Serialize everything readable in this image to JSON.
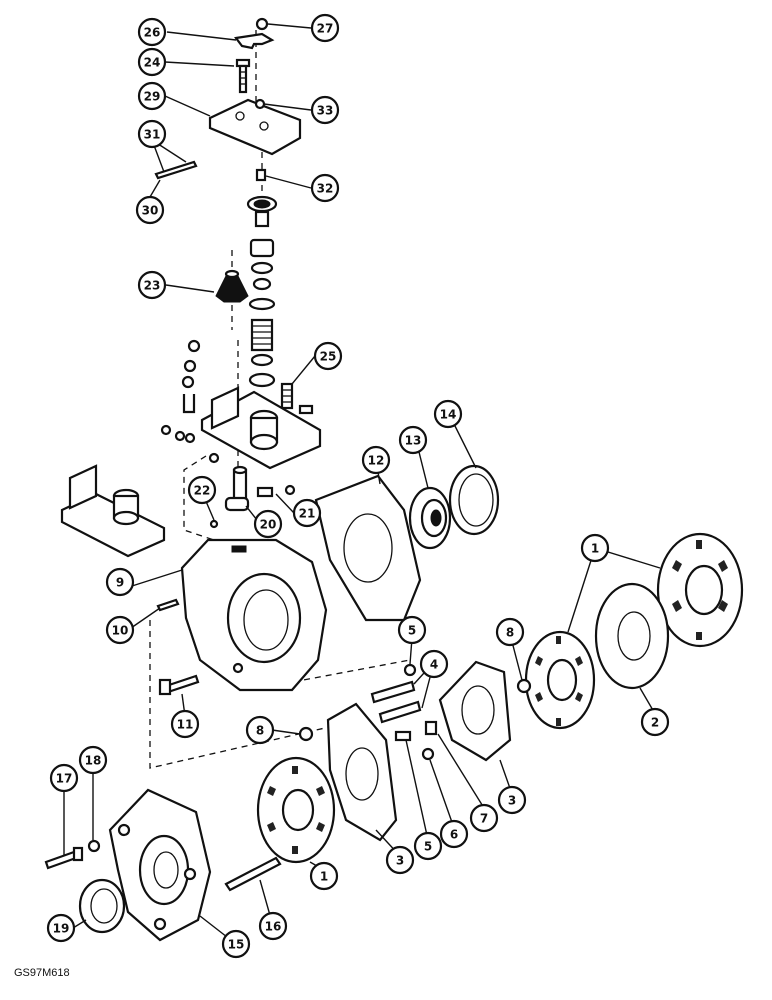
{
  "figure_code": "GS97M618",
  "callouts": [
    {
      "id": "26",
      "label": "26"
    },
    {
      "id": "27",
      "label": "27"
    },
    {
      "id": "24",
      "label": "24"
    },
    {
      "id": "29",
      "label": "29"
    },
    {
      "id": "33",
      "label": "33"
    },
    {
      "id": "31",
      "label": "31"
    },
    {
      "id": "32",
      "label": "32"
    },
    {
      "id": "30",
      "label": "30"
    },
    {
      "id": "23",
      "label": "23"
    },
    {
      "id": "25",
      "label": "25"
    },
    {
      "id": "14",
      "label": "14"
    },
    {
      "id": "13",
      "label": "13"
    },
    {
      "id": "12",
      "label": "12"
    },
    {
      "id": "22",
      "label": "22"
    },
    {
      "id": "21",
      "label": "21"
    },
    {
      "id": "20",
      "label": "20"
    },
    {
      "id": "1a",
      "label": "1"
    },
    {
      "id": "9",
      "label": "9"
    },
    {
      "id": "10",
      "label": "10"
    },
    {
      "id": "5a",
      "label": "5"
    },
    {
      "id": "8a",
      "label": "8"
    },
    {
      "id": "4",
      "label": "4"
    },
    {
      "id": "2",
      "label": "2"
    },
    {
      "id": "11",
      "label": "11"
    },
    {
      "id": "8b",
      "label": "8"
    },
    {
      "id": "7",
      "label": "7"
    },
    {
      "id": "3a",
      "label": "3"
    },
    {
      "id": "17",
      "label": "17"
    },
    {
      "id": "18",
      "label": "18"
    },
    {
      "id": "6",
      "label": "6"
    },
    {
      "id": "3b",
      "label": "3"
    },
    {
      "id": "5b",
      "label": "5"
    },
    {
      "id": "1b",
      "label": "1"
    },
    {
      "id": "19",
      "label": "19"
    },
    {
      "id": "15",
      "label": "15"
    },
    {
      "id": "16",
      "label": "16"
    }
  ]
}
